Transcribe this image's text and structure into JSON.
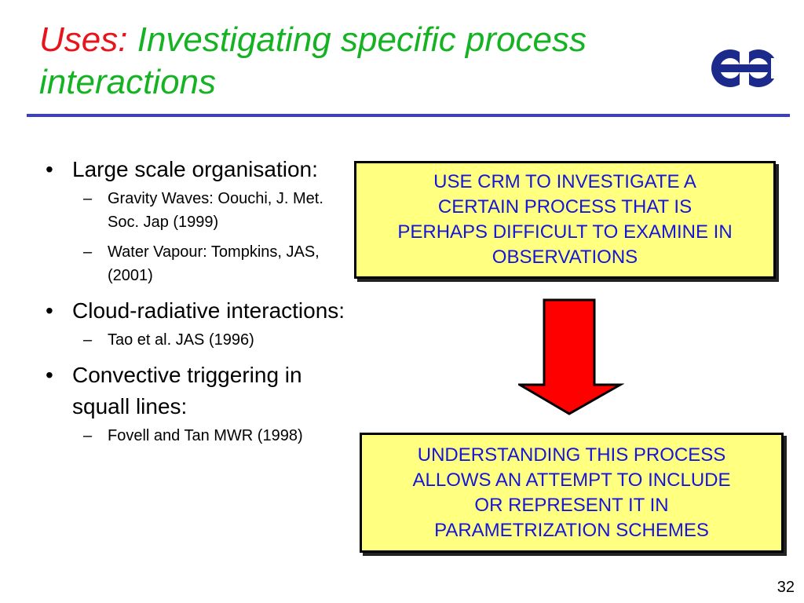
{
  "slide": {
    "title_prefix": "Uses:",
    "title_main": "Investigating specific process interactions",
    "page_number": "32"
  },
  "bullets": [
    {
      "text": "Large scale organisation:",
      "subs": [
        "Gravity Waves: Oouchi, J. Met. Soc. Jap (1999)",
        "Water Vapour: Tompkins, JAS, (2001)"
      ]
    },
    {
      "text": "Cloud-radiative interactions:",
      "subs": [
        "Tao et al. JAS (1996)"
      ]
    },
    {
      "text": "Convective triggering in squall lines:",
      "subs": [
        "Fovell and Tan MWR (1998)"
      ]
    }
  ],
  "boxes": {
    "top": "USE CRM TO INVESTIGATE A\nCERTAIN PROCESS THAT IS\nPERHAPS DIFFICULT TO EXAMINE IN\nOBSERVATIONS",
    "bottom": "UNDERSTANDING THIS PROCESS\nALLOWS AN ATTEMPT TO INCLUDE\nOR REPRESENT IT IN\nPARAMETRIZATION SCHEMES"
  },
  "colors": {
    "title_prefix": "#e8141b",
    "title_main": "#15b323",
    "rule": "#3b3fc4",
    "box_fill": "#ffff80",
    "box_text": "#1616d8",
    "arrow": "#ff0000",
    "logo": "#1c2a8c"
  },
  "icons": {
    "logo": "ecmwf-logo-icon",
    "arrow": "down-arrow-icon"
  }
}
